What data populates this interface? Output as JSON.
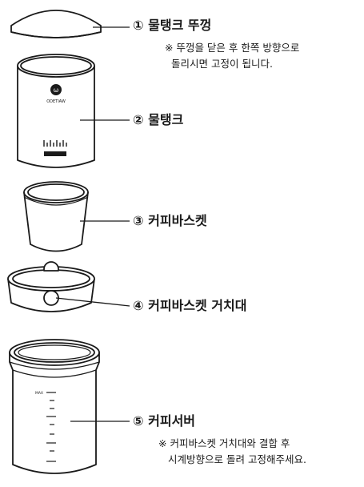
{
  "parts": [
    {
      "number": "①",
      "name": "물탱크 뚜껑",
      "note_lines": [
        "※ 뚜껑을 닫은 후 한쪽 방향으로",
        "돌리시면 고정이 됩니다."
      ]
    },
    {
      "number": "②",
      "name": "물탱크",
      "note_lines": []
    },
    {
      "number": "③",
      "name": "커피바스켓",
      "note_lines": []
    },
    {
      "number": "④",
      "name": "커피바스켓 거치대",
      "note_lines": []
    },
    {
      "number": "⑤",
      "name": "커피서버",
      "note_lines": [
        "※ 커피바스켓 거치대와 결합 후",
        "시계방향으로 돌려 고정해주세요."
      ]
    }
  ],
  "tank_brand": "ODETIAW",
  "server_scale_top": "MAX"
}
